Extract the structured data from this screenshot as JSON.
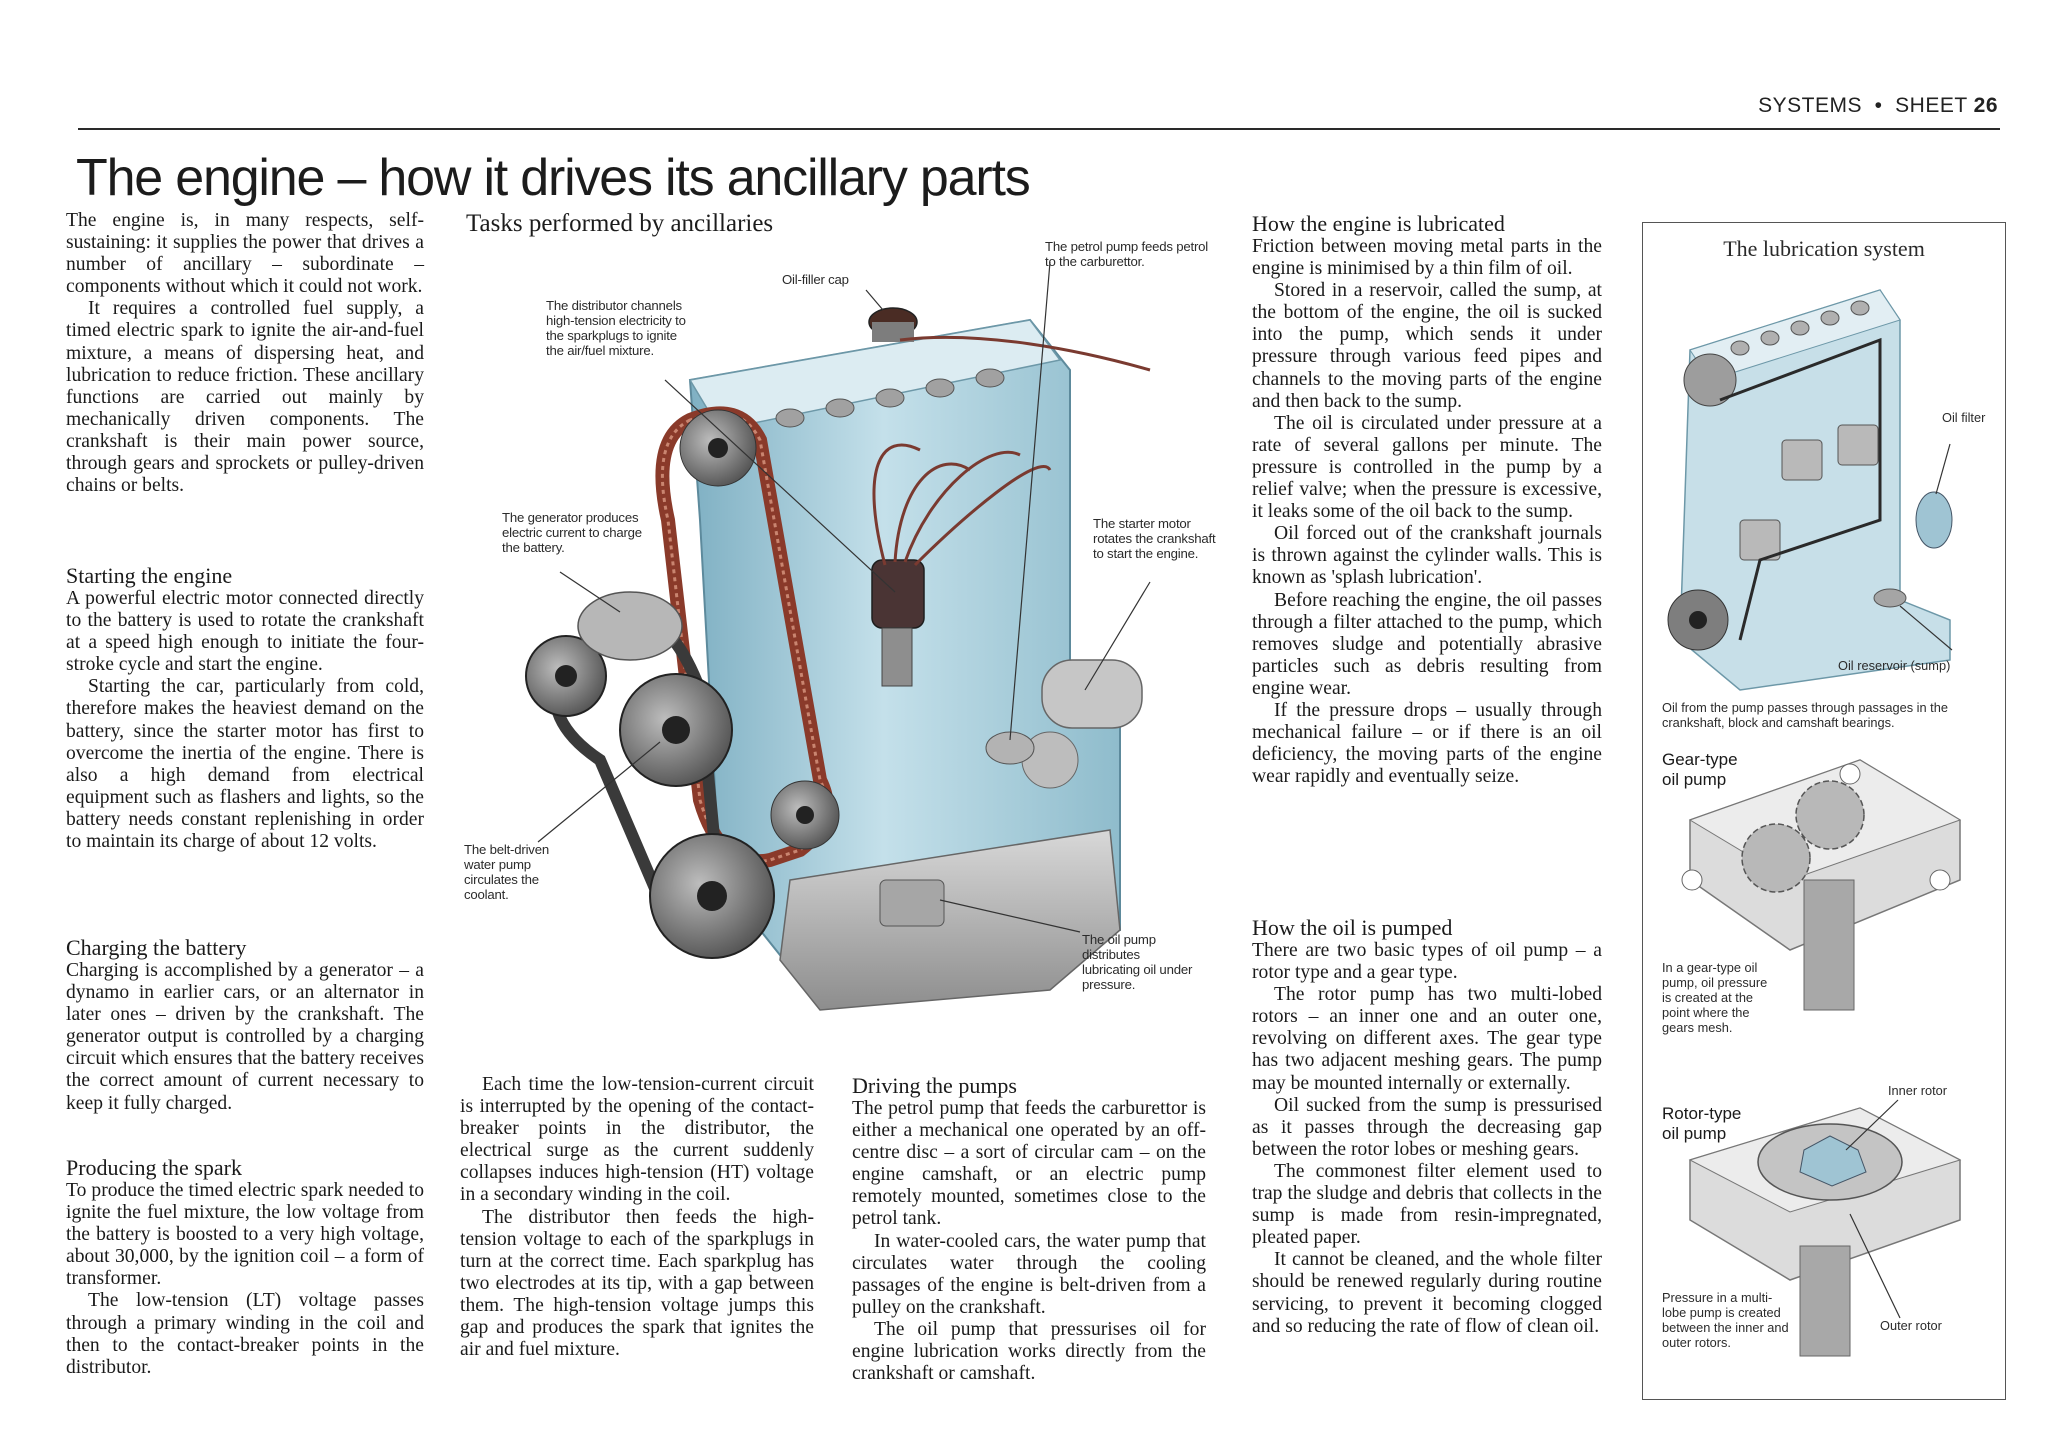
{
  "header": {
    "section": "SYSTEMS",
    "separator": "•",
    "sheet_label": "SHEET",
    "sheet_number": "26"
  },
  "title": "The engine – how it drives its ancillary parts",
  "tasks_heading": "Tasks performed by ancillaries",
  "intro": [
    "The engine is, in many respects, self-sustaining: it supplies the power that drives a number of ancillary – subordinate – components without which it could not work.",
    "It requires a controlled fuel supply, a timed electric spark to ignite the air-and-fuel mixture, a means of dispersing heat, and lubrication to reduce friction. These ancillary functions are carried out mainly by mechanically driven components. The crankshaft is their main power source, through gears and sprockets or pulley-driven chains or belts."
  ],
  "starting": {
    "heading": "Starting the engine",
    "paragraphs": [
      "A powerful electric motor connected directly to the battery is used to rotate the crankshaft at a speed high enough to initiate the four-stroke cycle and start the engine.",
      "Starting the car, particularly from cold, therefore makes the heaviest demand on the battery, since the starter motor has first to overcome the inertia of the engine. There is also a high demand from electrical equipment such as flashers and lights, so the battery needs constant replenishing in order to maintain its charge of about 12 volts."
    ]
  },
  "charging": {
    "heading": "Charging the battery",
    "paragraphs": [
      "Charging is accomplished by a generator – a dynamo in earlier cars, or an alternator in later ones – driven by the crankshaft. The generator output is controlled by a charging circuit which ensures that the battery receives the correct amount of current necessary to keep it fully charged."
    ]
  },
  "spark": {
    "heading": "Producing the spark",
    "paragraphs": [
      "To produce the timed electric spark needed to ignite the fuel mixture, the low voltage from the battery is boosted to a very high voltage, about 30,000, by the ignition coil – a form of transformer.",
      "The low-tension (LT) voltage passes through a primary winding in the coil and then to the contact-breaker points in the distributor."
    ]
  },
  "spark_cont": [
    "Each time the low-tension-current circuit is interrupted by the opening of the contact-breaker points in the distributor, the electrical surge as the current suddenly collapses induces high-tension (HT) voltage in a secondary winding in the coil.",
    "The distributor then feeds the high-tension voltage to each of the sparkplugs in turn at the correct time. Each sparkplug has two electrodes at its tip, with a gap between them. The high-tension voltage jumps this gap and produces the spark that ignites the air and fuel mixture."
  ],
  "pumps": {
    "heading": "Driving the pumps",
    "paragraphs": [
      "The petrol pump that feeds the carburettor is either a mechanical one operated by an off-centre disc – a sort of circular cam – on the engine camshaft, or an electric pump remotely mounted, sometimes close to the petrol tank.",
      "In water-cooled cars, the water pump that circulates water through the cooling passages of the engine is belt-driven from a pulley on the crankshaft.",
      "The oil pump that pressurises oil for engine lubrication works directly from the crankshaft or camshaft."
    ]
  },
  "lubricated": {
    "heading": "How the engine is lubricated",
    "paragraphs": [
      "Friction between moving metal parts in the engine is minimised by a thin film of oil.",
      "Stored in a reservoir, called the sump, at the bottom of the engine, the oil is sucked into the pump, which sends it under pressure through various feed pipes and channels to the moving parts of the engine and then back to the sump.",
      "The oil is circulated under pressure at a rate of several gallons per minute. The pressure is controlled in the pump by a relief valve; when the pressure is excessive, it leaks some of the oil back to the sump.",
      "Oil forced out of the crankshaft journals is thrown against the cylinder walls. This is known as 'splash lubrication'.",
      "Before reaching the engine, the oil passes through a filter attached to the pump, which removes sludge and potentially abrasive particles such as debris resulting from engine wear.",
      "If the pressure drops – usually through mechanical failure – or if there is an oil deficiency, the moving parts of the engine wear rapidly and eventually seize."
    ]
  },
  "pumped": {
    "heading": "How the oil is pumped",
    "paragraphs": [
      "There are two basic types of oil pump – a rotor type and a gear type.",
      "The rotor pump has two multi-lobed rotors – an inner one and an outer one, revolving on different axes. The gear type has two adjacent meshing gears. The pump may be mounted internally or externally.",
      "Oil sucked from the sump is pressurised as it passes through the decreasing gap between the rotor lobes or meshing gears.",
      "The commonest filter element used to trap the sludge and debris that collects in the sump is made from resin-impregnated, pleated paper.",
      "It cannot be cleaned, and the whole filter should be renewed regularly during routine servicing, to prevent it becoming clogged and so reducing the rate of flow of clean oil."
    ]
  },
  "diagram": {
    "oil_filler_cap": "Oil-filler cap",
    "petrol_pump": "The petrol pump feeds petrol to the carburettor.",
    "distributor": "The distributor channels high-tension electricity to the sparkplugs to ignite the air/fuel mixture.",
    "generator": "The generator produces electric current to charge the battery.",
    "starter_motor": "The starter motor rotates the crankshaft to start the engine.",
    "water_pump": "The belt-driven water pump circulates the coolant.",
    "oil_pump": "The oil pump distributes lubricating oil under pressure."
  },
  "lubrication_box": {
    "title": "The lubrication system",
    "oil_filter": "Oil filter",
    "oil_reservoir": "Oil reservoir (sump)",
    "caption": "Oil from the pump passes through passages in the crankshaft, block and camshaft bearings.",
    "gear_pump_label": "Gear-type oil pump",
    "gear_pump_caption": "In a gear-type oil pump, oil pressure is created at the point where the gears mesh.",
    "rotor_pump_label": "Rotor-type oil pump",
    "inner_rotor": "Inner rotor",
    "outer_rotor": "Outer rotor",
    "rotor_pump_caption": "Pressure in a multi-lobe pump is created between the inner and outer rotors."
  },
  "colors": {
    "engine_blue": "#a9cfdc",
    "engine_shadow": "#6f9fb3",
    "belt_red": "#8a3a2a",
    "metal_grey": "#9a9a9a"
  }
}
